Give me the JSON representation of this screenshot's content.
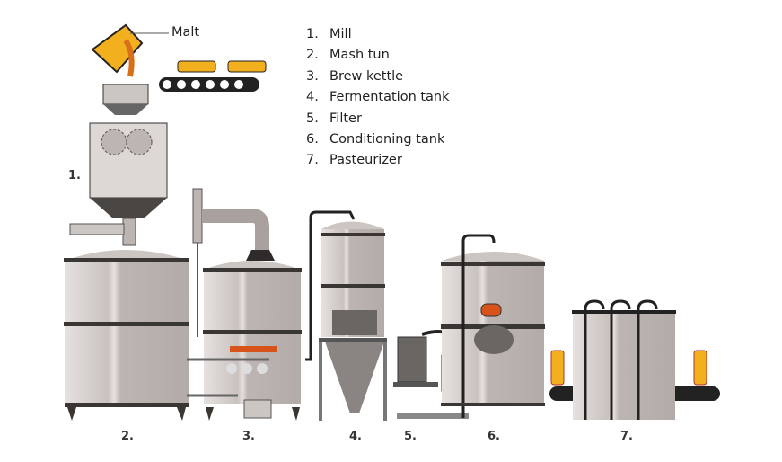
{
  "title": "Brewing process",
  "callout": {
    "malt": "Malt"
  },
  "legend": [
    {
      "num": "1.",
      "label": "Mill"
    },
    {
      "num": "2.",
      "label": "Mash tun"
    },
    {
      "num": "3.",
      "label": "Brew kettle"
    },
    {
      "num": "4.",
      "label": "Fermentation tank"
    },
    {
      "num": "5.",
      "label": "Filter"
    },
    {
      "num": "6.",
      "label": "Conditioning tank"
    },
    {
      "num": "7.",
      "label": "Pasteurizer"
    }
  ],
  "stations": [
    {
      "num": "1.",
      "name": "Mill"
    },
    {
      "num": "2.",
      "name": "Mash tun"
    },
    {
      "num": "3.",
      "name": "Brew kettle"
    },
    {
      "num": "4.",
      "name": "Fermentation tank"
    },
    {
      "num": "5.",
      "name": "Filter"
    },
    {
      "num": "6.",
      "name": "Conditioning tank"
    },
    {
      "num": "7.",
      "name": "Pasteurizer"
    }
  ],
  "colors": {
    "steel": "#bdb5b2",
    "steel_light": "#e4dfdd",
    "dark": "#2f2b2a",
    "bands": "#3a3634",
    "malt": "#f2b01e",
    "accent_orange": "#d8531a"
  }
}
